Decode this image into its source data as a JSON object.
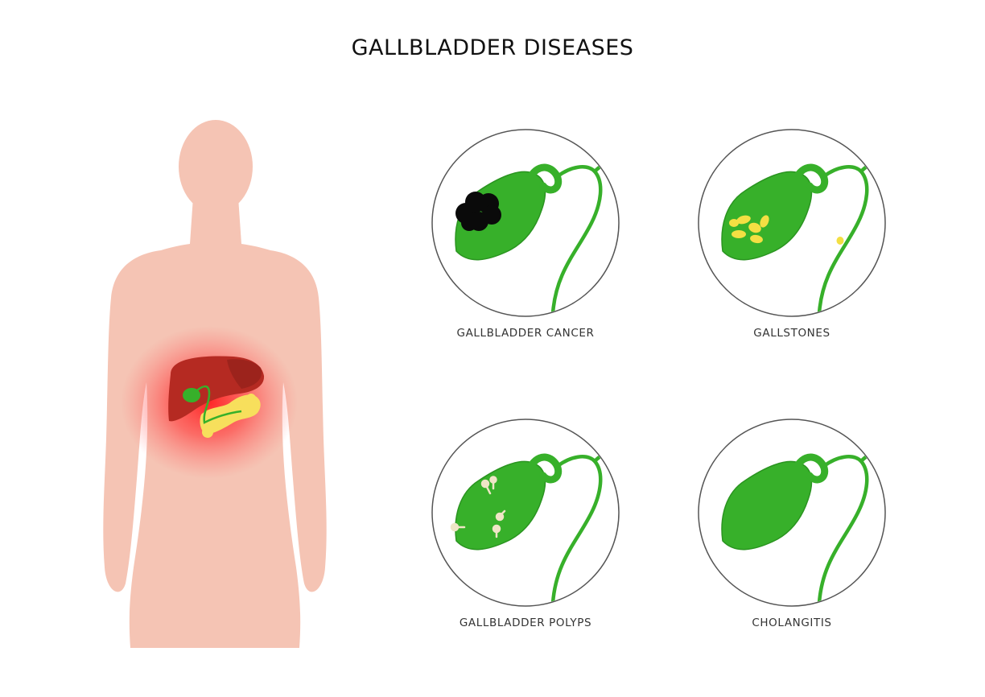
{
  "title": "GALLBLADDER DISEASES",
  "colors": {
    "skin": "#f5c4b4",
    "liver": "#b52a22",
    "gallbladder": "#37b02a",
    "gallbladder_outline": "#2a9420",
    "pancreas": "#f7df5c",
    "inflammation": "#ff3b3b",
    "tumor": "#0a0a0a",
    "stones": "#f3df43",
    "polyps": "#efe5c6",
    "circle_border": "#555555"
  },
  "panels": [
    {
      "label": "GALLBLADDER CANCER"
    },
    {
      "label": "GALLSTONES"
    },
    {
      "label": "GALLBLADDER POLYPS"
    },
    {
      "label": "CHOLANGITIS"
    }
  ]
}
